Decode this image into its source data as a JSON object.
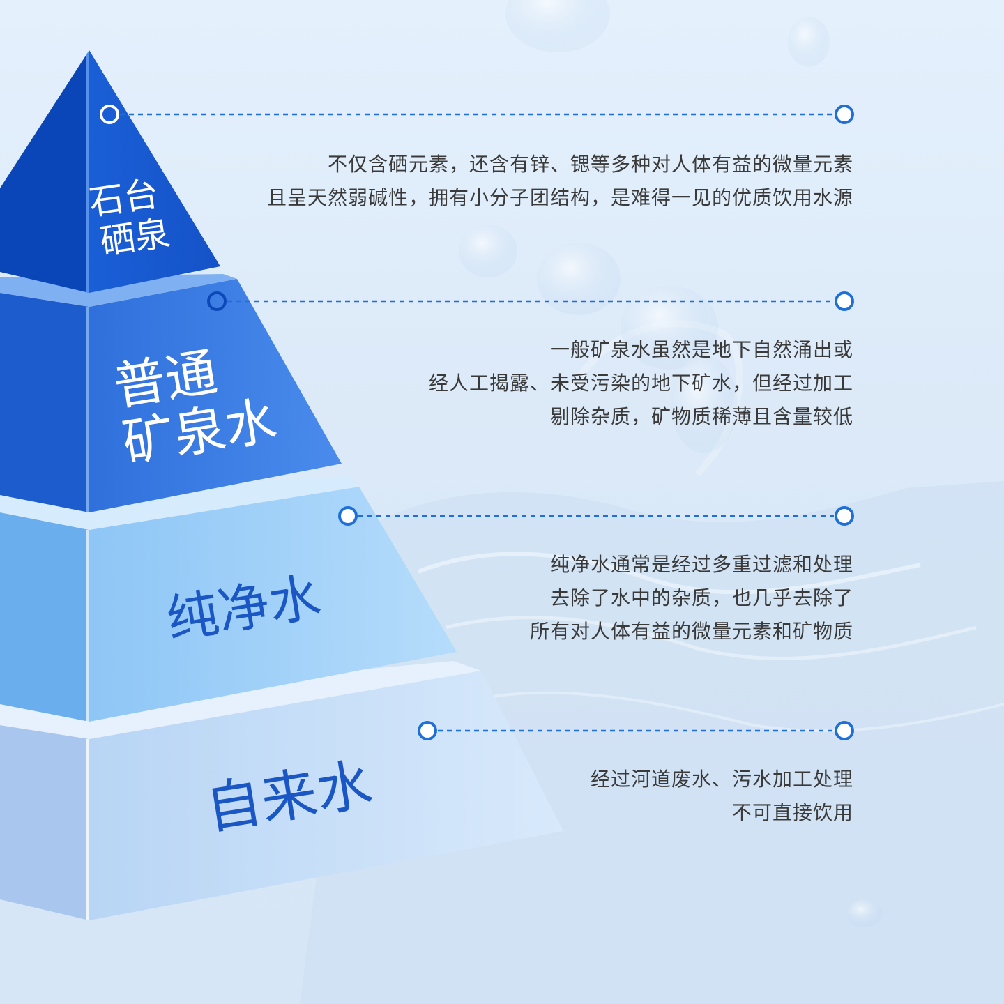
{
  "tiers": [
    {
      "label_lines": [
        "石台",
        "硒泉"
      ],
      "desc_lines": [
        "不仅含硒元素，还含有锌、锶等多种对人体有益的微量元素",
        "且呈天然弱碱性，拥有小分子团结构，是难得一见的优质饮用水源"
      ]
    },
    {
      "label_lines": [
        "普通",
        "矿泉水"
      ],
      "desc_lines": [
        "一般矿泉水虽然是地下自然涌出或",
        "经人工揭露、未受污染的地下矿水，但经过加工",
        "剔除杂质，矿物质稀薄且含量较低"
      ]
    },
    {
      "label_lines": [
        "纯净水"
      ],
      "desc_lines": [
        "纯净水通常是经过多重过滤和处理",
        "去除了水中的杂质，也几乎去除了",
        "所有对人体有益的微量元素和矿物质"
      ]
    },
    {
      "label_lines": [
        "自来水"
      ],
      "desc_lines": [
        "经过河道废水、污水加工处理",
        "不可直接饮用"
      ]
    }
  ],
  "colors": {
    "tier1_front": "#1552c8",
    "tier1_side": "#0c3fa6",
    "tier2_front": "#3b7ee6",
    "tier2_side": "#1f63d6",
    "tier3_front": "#a8d4f9",
    "tier3_side": "#7fbdf3",
    "tier4_front": "#cfe3fa",
    "tier4_side": "#b9d4f3",
    "label_dark_text": "#ffffff",
    "label_light_text": "#1a57c4",
    "connector_line": "#1f6fd8",
    "description_text": "#3a3a3a"
  }
}
